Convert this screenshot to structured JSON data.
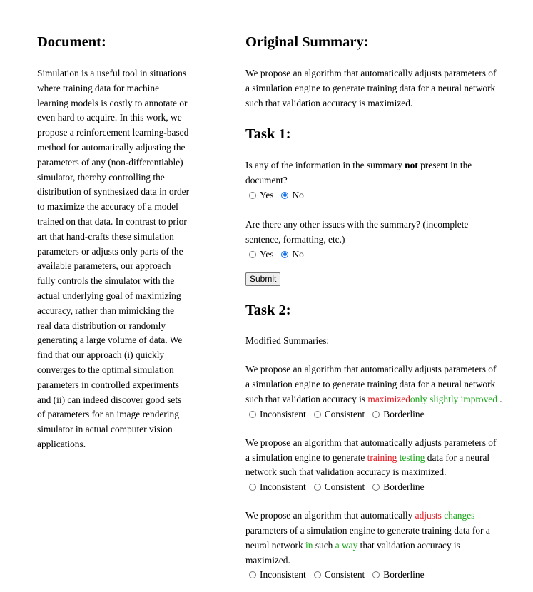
{
  "document": {
    "heading": "Document:",
    "text": "Simulation is a useful tool in situations where training data for machine learning models is costly to annotate or even hard to acquire. In this work, we propose a reinforcement learning-based method for automatically adjusting the parameters of any (non-differentiable) simulator, thereby controlling the distribution of synthesized data in order to maximize the accuracy of a model trained on that data. In contrast to prior art that hand-crafts these simulation parameters or adjusts only parts of the available parameters, our approach fully controls the simulator with the actual underlying goal of maximizing accuracy, rather than mimicking the real data distribution or randomly generating a large volume of data. We find that our approach (i) quickly converges to the optimal simulation parameters in controlled experiments and (ii) can indeed discover good sets of parameters for an image rendering simulator in actual computer vision applications."
  },
  "original": {
    "heading": "Original Summary:",
    "text": "We propose an algorithm that automatically adjusts parameters of a simulation engine to generate training data for a neural network such that validation accuracy is maximized."
  },
  "task1": {
    "heading": "Task 1:",
    "q1_pre": "Is any of the information in the summary ",
    "q1_bold": "not",
    "q1_post": " present in the document?",
    "q2": "Are there any other issues with the summary? (incomplete sentence, formatting, etc.)",
    "yes": "Yes",
    "no": "No",
    "q1_answer": "No",
    "q2_answer": "No",
    "submit": "Submit"
  },
  "task2": {
    "heading": "Task 2:",
    "label": "Modified Summaries:",
    "options": [
      "Inconsistent",
      "Consistent",
      "Borderline"
    ],
    "m1": {
      "a": "We propose an algorithm that automatically adjusts parameters of a simulation engine to generate training data for a neural network such that validation accuracy is ",
      "red": "maximized",
      "green": "only slightly improved",
      "b": " ."
    },
    "m2": {
      "a": "We propose an algorithm that automatically adjusts parameters of a simulation engine to generate ",
      "red": "training",
      "green": "testing",
      "b": " data for a neural network such that validation accuracy is maximized."
    },
    "m3": {
      "a": "We propose an algorithm that automatically ",
      "red1": "adjusts",
      "green1": "changes",
      "b": " parameters of a simulation engine to generate training data for a neural network ",
      "green2": "in",
      "c": " such ",
      "green3": "a way",
      "d": " that validation accuracy is maximized."
    }
  }
}
